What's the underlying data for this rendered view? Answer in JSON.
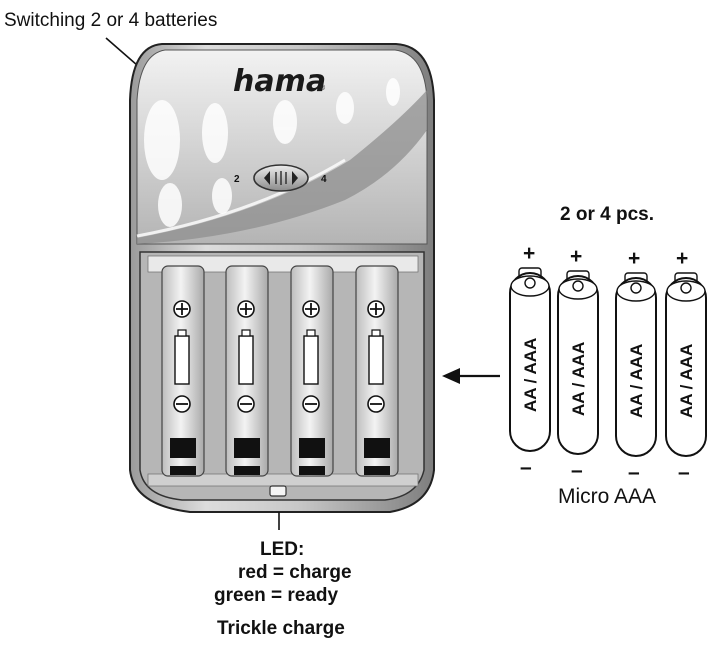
{
  "callouts": {
    "switching": "Switching 2 or 4 batteries",
    "pcs": "2 or 4 pcs.",
    "micro": "Micro AAA",
    "led_title": "LED:",
    "led_red": "red = charge",
    "led_green": "green = ready",
    "trickle": "Trickle charge"
  },
  "charger": {
    "brand": "hama",
    "trademark": "®",
    "switch_left": "2",
    "switch_right": "4"
  },
  "batteries": [
    {
      "label": "AA / AAA",
      "plus": "+",
      "minus": "–"
    },
    {
      "label": "AA / AAA",
      "plus": "+",
      "minus": "–"
    },
    {
      "label": "AA / AAA",
      "plus": "+",
      "minus": "–"
    },
    {
      "label": "AA / AAA",
      "plus": "+",
      "minus": "–"
    }
  ]
}
